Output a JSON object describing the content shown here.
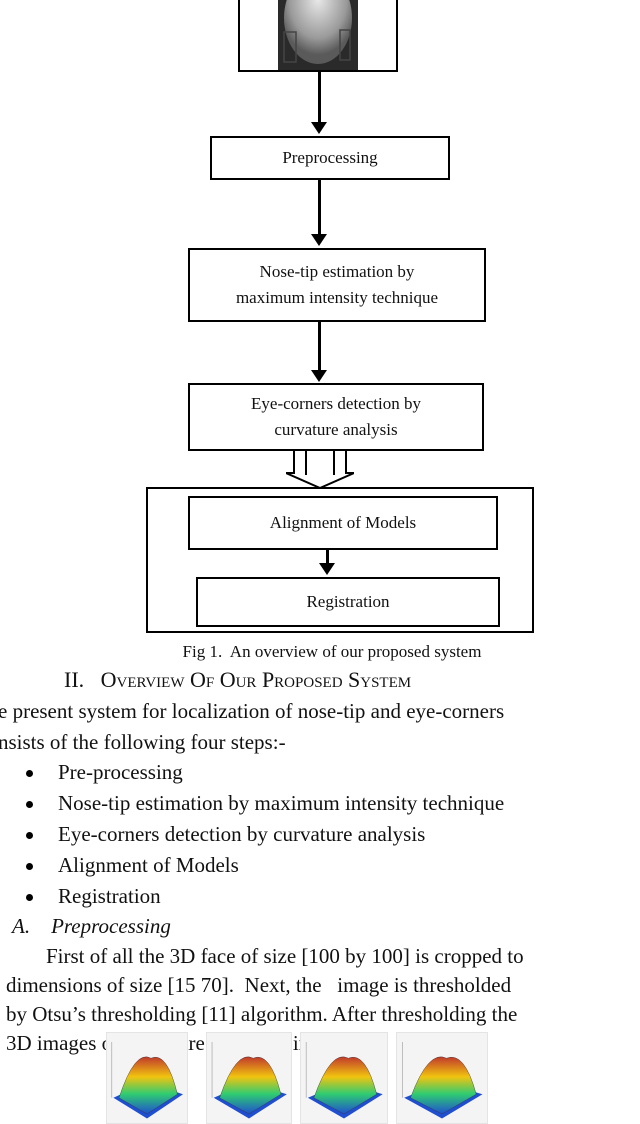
{
  "flowchart": {
    "steps": [
      "Preprocessing",
      "Nose-tip estimation by\nmaximum intensity technique",
      "Eye-corners detection by\ncurvature analysis",
      "Alignment of Models",
      "Registration"
    ]
  },
  "figure1": {
    "caption": "Fig 1.  An overview of our proposed system"
  },
  "section": {
    "heading": "II.   Overview Of Our Proposed System",
    "intro_line1": "e present system for localization of nose-tip and eye-corners",
    "intro_line2": "nsists of the following four steps:-",
    "bullets": [
      "Pre-processing",
      "Nose-tip estimation by maximum intensity technique",
      "Eye-corners detection by curvature analysis",
      "Alignment of Models",
      "Registration"
    ]
  },
  "subsection": {
    "heading": "A.    Preprocessing",
    "lines": [
      "First of all the 3D face of size [100 by 100] is cropped to",
      "dimensions of size [15 70].  Next, the   image is thresholded",
      "by Otsu’s thresholding [11] algorithm. After thresholding the",
      "3D images obtained are shown as in Fig-2."
    ]
  },
  "colors": {
    "surface_top": "#c0392b",
    "surface_mid": "#f1c40f",
    "surface_low": "#2ecc71",
    "surface_base": "#1f4fd0"
  }
}
